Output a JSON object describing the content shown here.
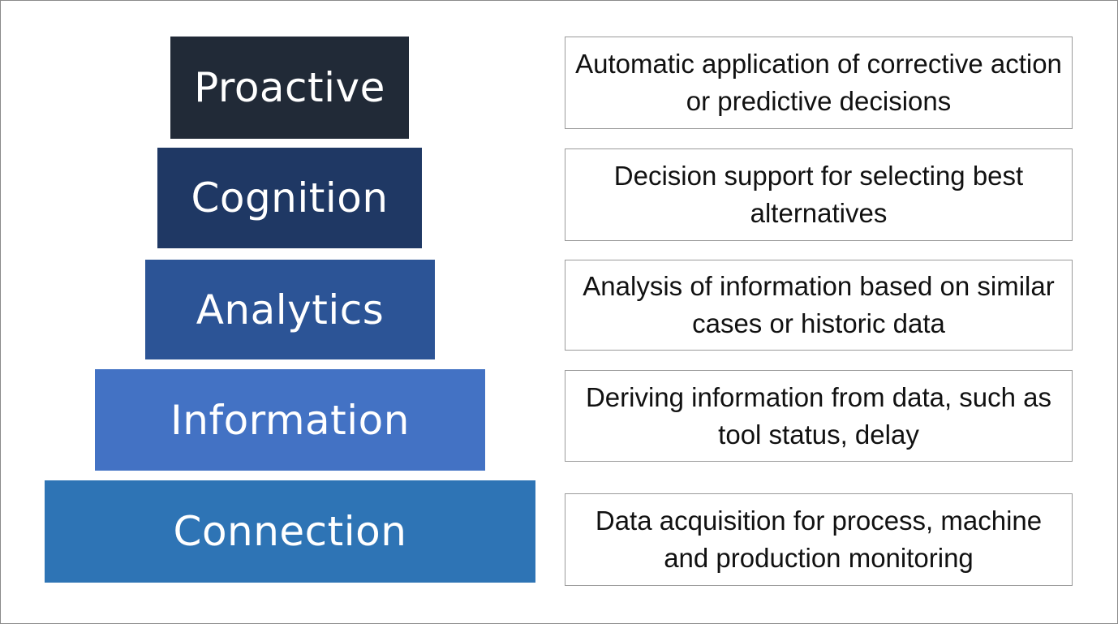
{
  "diagram": {
    "levels": [
      {
        "label": "Proactive",
        "color": "#212a37",
        "description": "Automatic application of corrective action or predictive decisions"
      },
      {
        "label": "Cognition",
        "color": "#1f3864",
        "description": "Decision support for selecting best alternatives"
      },
      {
        "label": "Analytics",
        "color": "#2c5496",
        "description": "Analysis of information based on similar cases or historic data"
      },
      {
        "label": "Information",
        "color": "#4372c4",
        "description": "Deriving information from data, such as tool status, delay"
      },
      {
        "label": "Connection",
        "color": "#2e74b5",
        "description": "Data acquisition for process, machine and production monitoring"
      }
    ]
  }
}
